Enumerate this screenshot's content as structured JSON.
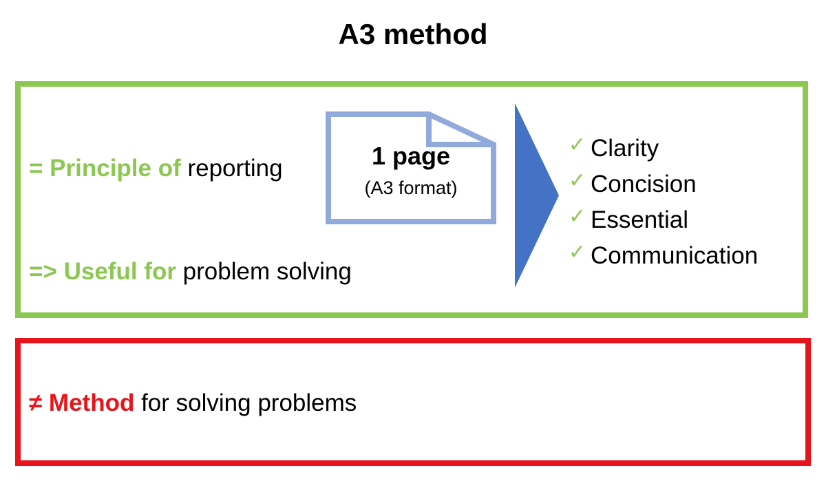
{
  "title": "A3 method",
  "principle": {
    "accent": "= Principle of",
    "text": " reporting"
  },
  "useful": {
    "accent": "=> Useful for",
    "text": " problem solving"
  },
  "document": {
    "main": "1 page",
    "sub": "(A3 format)"
  },
  "checklist": [
    {
      "icon": "checkmark-icon",
      "label": "Clarity"
    },
    {
      "icon": "checkmark-icon",
      "label": "Concision"
    },
    {
      "icon": "checkmark-icon",
      "label": "Essential"
    },
    {
      "icon": "checkmark-icon",
      "label": "Communication"
    }
  ],
  "method": {
    "accent": "≠ Method",
    "text": " for solving problems"
  },
  "colors": {
    "green": "#8cc751",
    "red": "#e8141b",
    "document_border": "#92a9db",
    "arrow": "#4472c4"
  }
}
